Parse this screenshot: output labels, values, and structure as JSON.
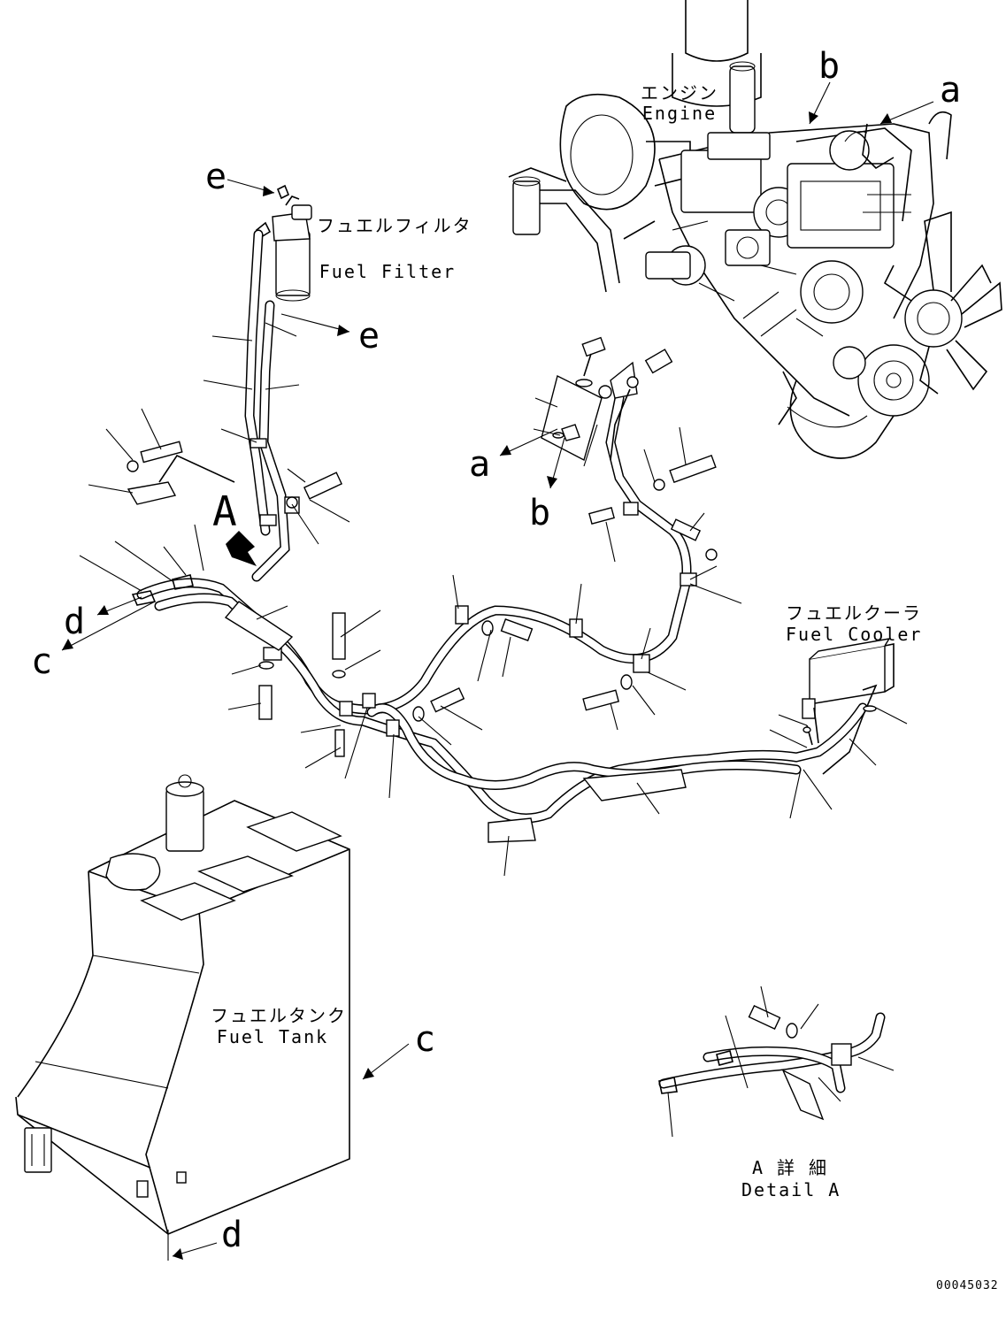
{
  "labels": {
    "engine_jp": "エンジン",
    "engine_en": "Engine",
    "filter_jp": "フュエルフィルタ",
    "filter_en": "Fuel Filter",
    "cooler_jp": "フュエルクーラ",
    "cooler_en": "Fuel Cooler",
    "tank_jp": "フュエルタンク",
    "tank_en": "Fuel Tank",
    "detail_jp": "A 詳 細",
    "detail_en": "Detail A",
    "view_a": "A",
    "drawing_number": "00045032"
  },
  "connection_markers": {
    "a_engine": "a",
    "a_line": "a",
    "b_engine": "b",
    "b_line": "b",
    "c_line": "c",
    "c_tank": "c",
    "d_line": "d",
    "d_tank": "d",
    "e_filter": "e",
    "e_line": "e"
  }
}
